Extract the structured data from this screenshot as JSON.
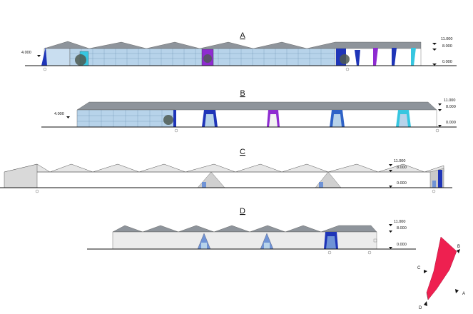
{
  "elevations": {
    "a": {
      "label": "A",
      "levels": {
        "top": "11.000",
        "eave": "8.000",
        "ground": "0.000",
        "annex": "4.000"
      }
    },
    "b": {
      "label": "B",
      "levels": {
        "top": "11.000",
        "eave": "8.000",
        "ground": "0.000",
        "annex": "4.000"
      }
    },
    "c": {
      "label": "C",
      "levels": {
        "top": "11.000",
        "eave": "8.000",
        "ground": "0.000"
      }
    },
    "d": {
      "label": "D",
      "levels": {
        "top": "11.000",
        "eave": "8.000",
        "ground": "0.000"
      }
    }
  },
  "key_plan": {
    "color": "#ee2050",
    "markers": {
      "a": "A",
      "b": "B",
      "c": "C",
      "d": "D"
    }
  },
  "colors": {
    "glass": "#b7d3ea",
    "glass_dark": "#7fa6c9",
    "wall": "#ececec",
    "roof": "#8e949b",
    "blue_portal": "#1f35b8",
    "purple_portal": "#8e2bd1",
    "cyan_portal": "#36c6e0"
  }
}
